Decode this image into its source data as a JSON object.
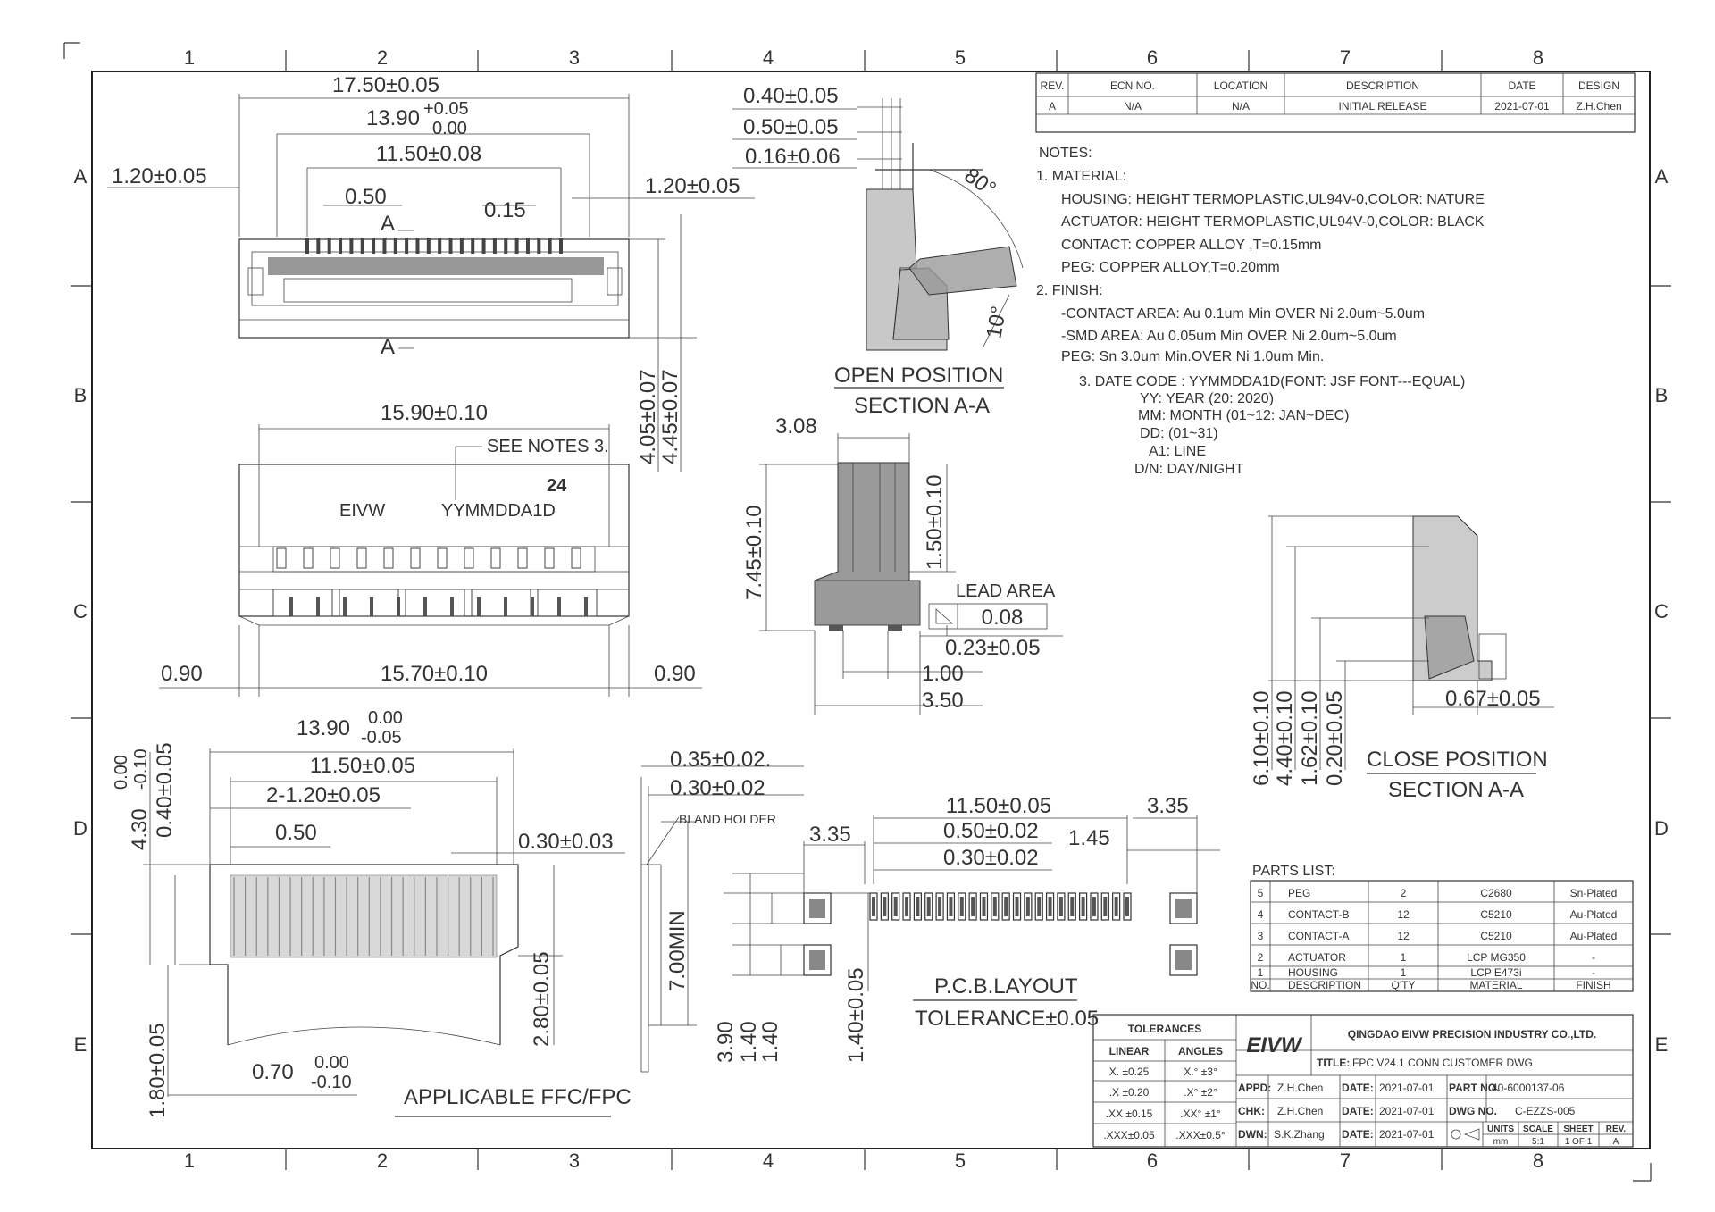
{
  "grid": {
    "columns": [
      "1",
      "2",
      "3",
      "4",
      "5",
      "6",
      "7",
      "8"
    ],
    "rows": [
      "A",
      "B",
      "C",
      "D",
      "E"
    ]
  },
  "revision_table": {
    "headers": [
      "REV.",
      "ECN NO.",
      "LOCATION",
      "DESCRIPTION",
      "DATE",
      "DESIGN"
    ],
    "row": [
      "A",
      "N/A",
      "N/A",
      "INITIAL RELEASE",
      "2021-07-01",
      "Z.H.Chen"
    ]
  },
  "notes": {
    "title": "NOTES:",
    "lines": [
      "1. MATERIAL:",
      "HOUSING: HEIGHT  TERMOPLASTIC,UL94V-0,COLOR: NATURE",
      "ACTUATOR: HEIGHT  TERMOPLASTIC,UL94V-0,COLOR: BLACK",
      "CONTACT: COPPER  ALLOY  ,T=0.15mm",
      "PEG: COPPER  ALLOY,T=0.20mm",
      "2. FINISH:",
      "-CONTACT AREA: Au  0.1um  Min  OVER  Ni  2.0um~5.0um",
      "-SMD  AREA: Au  0.05um  Min  OVER  Ni  2.0um~5.0um",
      "PEG: Sn  3.0um  Min.OVER  Ni  1.0um  Min.",
      "3. DATE CODE :  YYMMDDA1D(FONT:  JSF FONT---EQUAL)",
      "YY:  YEAR (20:  2020)",
      "MM:  MONTH  (01~12:  JAN~DEC)",
      "DD:  (01~31)",
      "A1:  LINE",
      "D/N:  DAY/NIGHT"
    ]
  },
  "top_view": {
    "d1": "17.50±0.05",
    "d2": "13.90",
    "d2_tol_plus": "+0.05",
    "d2_tol_minus": "0.00",
    "d3": "11.50±0.08",
    "d4": "1.20±0.05",
    "d5": "0.50",
    "d6": "0.15",
    "d7": "1.20±0.05",
    "sec_a_top": "A",
    "sec_a_bot": "A",
    "h1": "4.05±0.07",
    "h2": "4.45±0.07"
  },
  "front_view": {
    "width": "15.90±0.10",
    "see_notes": "SEE NOTES 3.",
    "brand": "EIVW",
    "date_code": "YYMMDDA1D",
    "pins": "24",
    "left": "0.90",
    "bottom": "15.70±0.10",
    "right": "0.90"
  },
  "section_open": {
    "d1": "0.40±0.05",
    "d2": "0.50±0.05",
    "d3": "0.16±0.06",
    "angle1": "80°",
    "angle2": "10°",
    "title": "OPEN  POSITION",
    "subtitle": "SECTION  A-A"
  },
  "side_view": {
    "w": "3.08",
    "h": "7.45±0.10",
    "h2": "1.50±0.10",
    "lead_area": "LEAD AREA",
    "flatness": "0.08",
    "d1": "0.23±0.05",
    "d2": "1.00",
    "d3": "3.50"
  },
  "section_close": {
    "d1": "6.10±0.10",
    "d2": "4.40±0.10",
    "d3": "1.62±0.10",
    "d4": "0.20±0.05",
    "d5": "0.67±0.05",
    "title": "CLOSE  POSITION",
    "subtitle": "SECTION  A-A"
  },
  "ffc": {
    "d1": "13.90",
    "d1_tol_plus": "0.00",
    "d1_tol_minus": "-0.05",
    "d2": "11.50±0.05",
    "d3": "2-1.20±0.05",
    "d4": "0.50",
    "d5": "0.30±0.03",
    "v1": "4.30",
    "v1_tol_plus": "0.00",
    "v1_tol_minus": "-0.10",
    "v2": "0.40±0.05",
    "v3": "2.80±0.05",
    "v4": "1.80±0.05",
    "d6": "0.70",
    "d6_tol_plus": "0.00",
    "d6_tol_minus": "-0.10",
    "title": "APPLICABLE FFC/FPC",
    "t1": "0.35±0.02.",
    "t2": "0.30±0.02",
    "bland": "BLAND HOLDER",
    "min": "7.00MIN"
  },
  "pcb": {
    "d1": "11.50±0.05",
    "d2": "0.50±0.02",
    "d3": "0.30±0.02",
    "d4": "3.35",
    "d5": "3.35",
    "d6": "1.45",
    "v1": "1.40±0.05",
    "v2": "3.90",
    "v3": "1.40",
    "v4": "1.40",
    "title": "P.C.B.LAYOUT",
    "tol": "TOLERANCE±0.05"
  },
  "parts_list": {
    "title": "PARTS LIST:",
    "rows": [
      [
        "5",
        "PEG",
        "2",
        "C2680",
        "Sn-Plated"
      ],
      [
        "4",
        "CONTACT-B",
        "12",
        "C5210",
        "Au-Plated"
      ],
      [
        "3",
        "CONTACT-A",
        "12",
        "C5210",
        "Au-Plated"
      ],
      [
        "2",
        "ACTUATOR",
        "1",
        "LCP MG350",
        "-"
      ],
      [
        "1",
        "HOUSING",
        "1",
        "LCP E473i",
        "-"
      ]
    ],
    "headers": [
      "NO.",
      "DESCRIPTION",
      "Q'TY",
      "MATERIAL",
      "FINISH"
    ]
  },
  "title_block": {
    "tolerances": "TOLERANCES",
    "linear": "LINEAR",
    "angles": "ANGLES",
    "tol_rows": [
      [
        "X.  ±0.25",
        "X.°  ±3°"
      ],
      [
        ".X  ±0.20",
        ".X°  ±2°"
      ],
      [
        ".XX ±0.15",
        ".XX° ±1°"
      ],
      [
        ".XXX±0.05",
        ".XXX±0.5°"
      ]
    ],
    "logo": "EIVW",
    "company": "QINGDAO EIVW PRECISION INDUSTRY CO.,LTD.",
    "title_label": "TITLE:",
    "title_value": "FPC  V24.1  CONN  CUSTOMER  DWG",
    "appd_label": "APPD:",
    "appd": "Z.H.Chen",
    "chk_label": "CHK:",
    "chk": "Z.H.Chen",
    "dwn_label": "DWN:",
    "dwn": "S.K.Zhang",
    "date_label": "DATE:",
    "date1": "2021-07-01",
    "date2": "2021-07-01",
    "date3": "2021-07-01",
    "part_label": "PART NO.",
    "part": "40-6000137-06",
    "dwg_label": "DWG NO.",
    "dwg": "C-EZZS-005",
    "units_label": "UNITS",
    "units": "mm",
    "scale_label": "SCALE",
    "scale": "5:1",
    "sheet_label": "SHEET",
    "sheet": "1 OF 1",
    "rev_label": "REV.",
    "rev": "A"
  }
}
